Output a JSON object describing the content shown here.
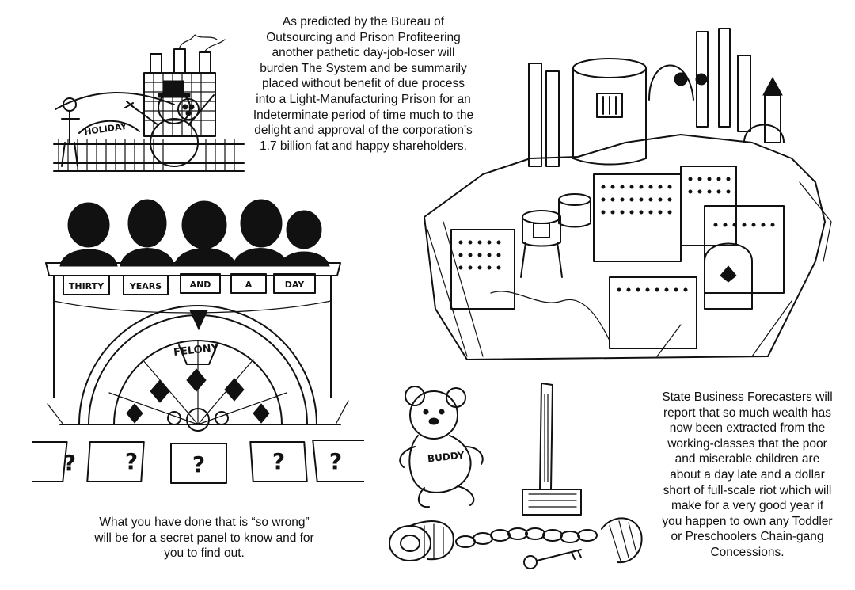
{
  "captions": {
    "top": "As predicted by the Bureau of Outsourcing and Prison Profiteering another pathetic day-job-loser will burden The System and be summarily placed without benefit of due process into a Light-Manufacturing Prison for an Indeterminate period of time much to the delight and approval of the corporation’s 1.7 billion fat and happy shareholders.",
    "bottom_left": "What you have done that is “so wrong” will be for a secret panel to know and for you to find out.",
    "right": "State Business Forecasters will report that so much wealth has now been extracted from the working-classes that the poor and miserable children are about a day late and a dollar short of full-scale riot which will make for a very good year if you happen to own any Toddler or Preschoolers Chain-gang Concessions."
  },
  "holiday_sign": "HOLIDAY",
  "bench_signs": [
    "THIRTY",
    "YEARS",
    "AND",
    "A",
    "DAY"
  ],
  "wheel_label": "FELONY",
  "cards": [
    "?",
    "?",
    "?",
    "?",
    "?"
  ],
  "bear_label": "BUDDY"
}
